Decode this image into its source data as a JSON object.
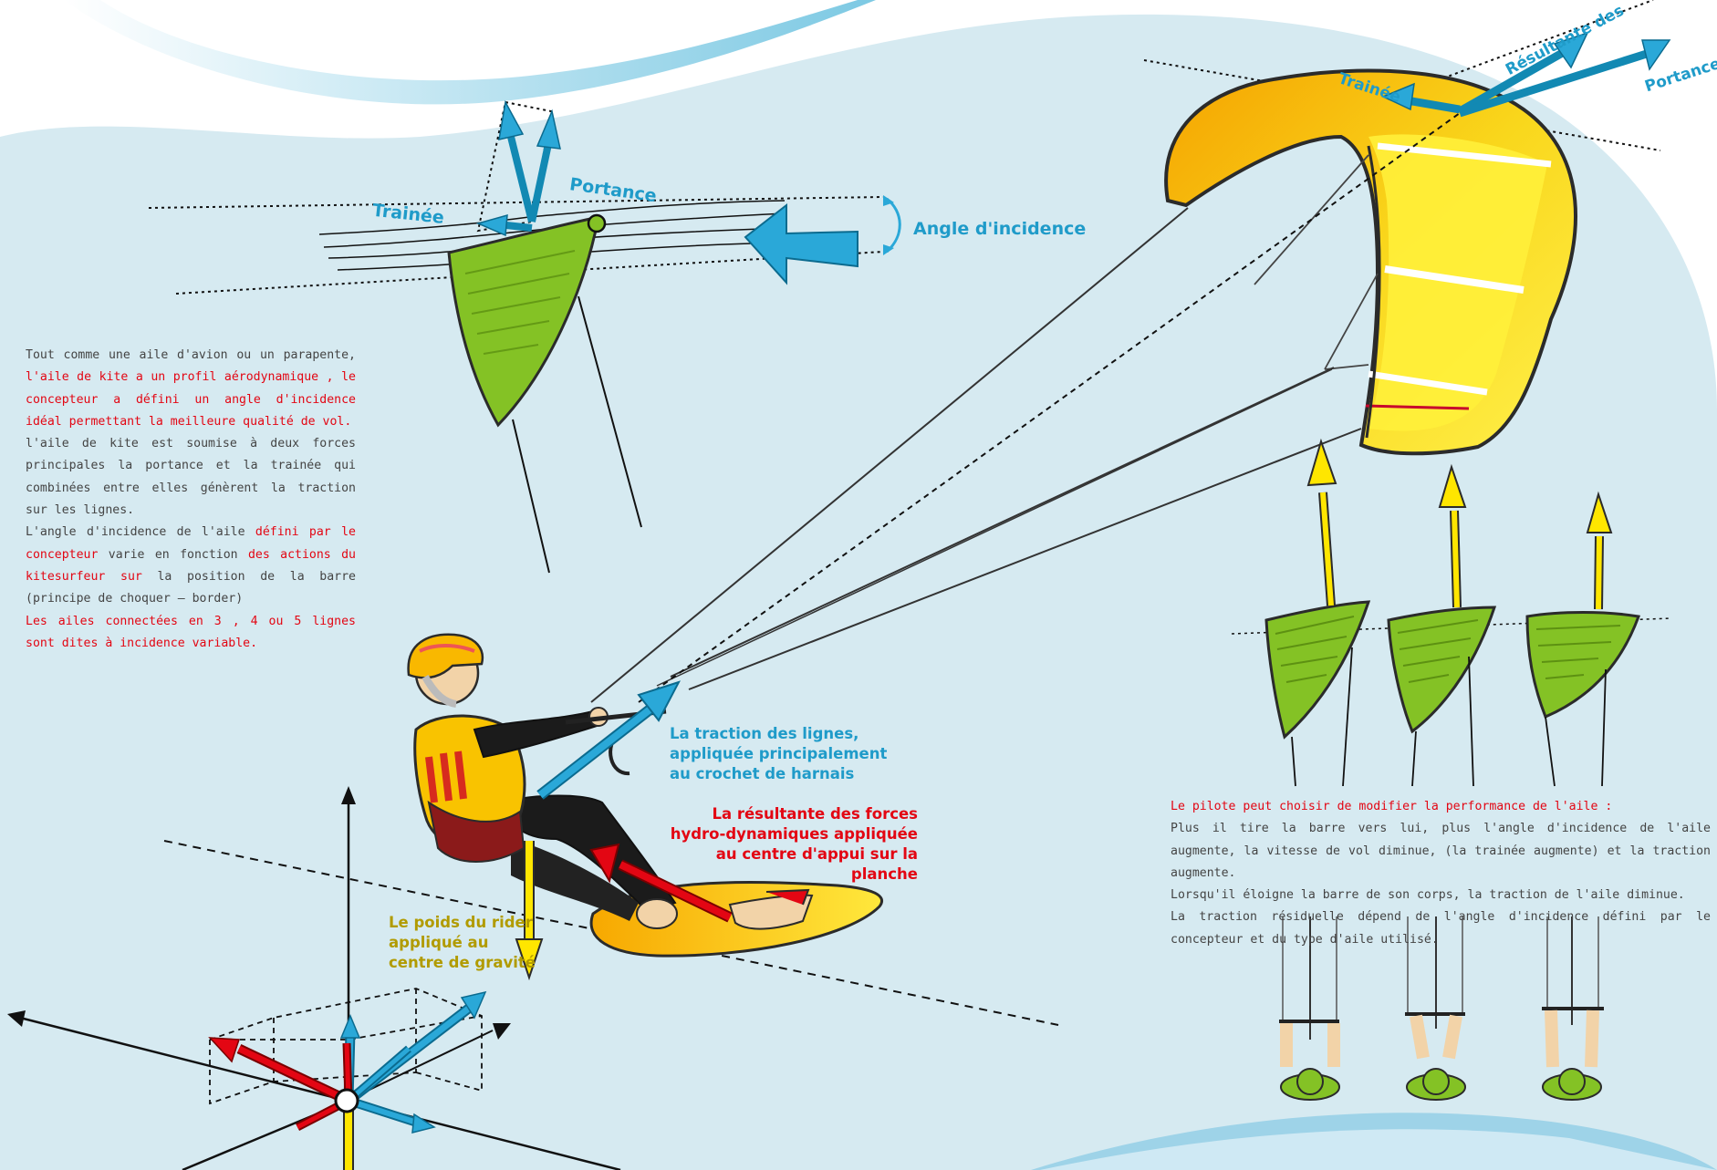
{
  "labels": {
    "trainee": "Trainée",
    "portance": "Portance",
    "angle_incidence": "Angle d'incidence",
    "resultante": "Résultante des",
    "trainee_kite": "Trainée",
    "portance_kite": "Portance"
  },
  "captions": {
    "lines": [
      "La traction des lignes,",
      "appliquée  principalement",
      "au crochet de harnais"
    ],
    "hydro": [
      "La résultante des forces",
      "hydro-dynamiques appliquée",
      "au centre d'appui sur la planche"
    ],
    "weight": [
      "Le poids du rider",
      "appliqué au",
      "centre de gravité"
    ]
  },
  "left_text": {
    "p1_a": "Tout comme une aile d'avion ou un parapente, ",
    "p1_b": "l'aile de kite a un profil aérodynamique , le concepteur a défini un angle d'incidence idéal  permettant  la meilleure qualité de vol.",
    "p2": "l'aile de kite est soumise à deux forces principales la portance et la trainée qui combinées entre elles génèrent la traction sur les lignes.",
    "p3_a": "L'angle d'incidence de l'aile ",
    "p3_b": " défini par le concepteur",
    "p3_c": " varie en fonction ",
    "p3_d": "des actions du  kitesurfeur  sur",
    "p3_e": "  la position de la barre (principe de choquer – border)",
    "p4": "Les ailes  connectées en 3 , 4 ou 5 lignes sont dites à incidence variable."
  },
  "right_text": {
    "heading": "Le pilote peut choisir de modifier la performance de l'aile :",
    "p1": "Plus il tire la barre vers lui, plus l'angle d'incidence de l'aile augmente, la vitesse de vol diminue, (la trainée augmente) et la traction augmente.",
    "p2": "Lorsqu'il éloigne la barre de son corps, la traction de l'aile diminue.",
    "p3": "La traction résiduelle dépend de l'angle d'incidence défini par le concepteur et  du type d'aile utilisé."
  },
  "colors": {
    "water": "#d6eaf1",
    "blue_arrow": "#2aa8d8",
    "blue_dark": "#1289b3",
    "red_arrow": "#e30613",
    "yellow_arrow": "#ffe600",
    "wing_green": "#84c225",
    "kite_yellow": "#f9d71c",
    "kite_orange": "#f5a300",
    "text_red": "#e30613",
    "text_blue": "#1f9bc9",
    "text_olive": "#b19b00"
  }
}
